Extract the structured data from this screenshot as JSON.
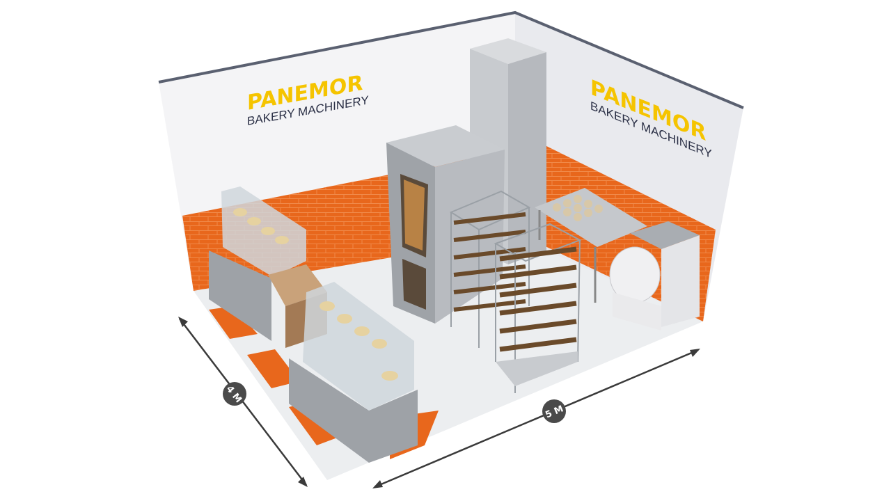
{
  "scene": {
    "left_wall_logo": {
      "brand": "PANEMOR",
      "tagline": "BAKERY MACHINERY"
    },
    "right_wall_logo": {
      "brand": "PANEMOR",
      "tagline": "BAKERY MACHINERY"
    },
    "dimensions": {
      "depth_label": "4 M",
      "width_label": "5 M"
    },
    "colors": {
      "accent_orange": "#e8671c",
      "logo_yellow": "#f5c400",
      "wall": "#f2f2f4",
      "steel": "#a9adb3",
      "dimension_badge": "#4a4a4a"
    }
  }
}
